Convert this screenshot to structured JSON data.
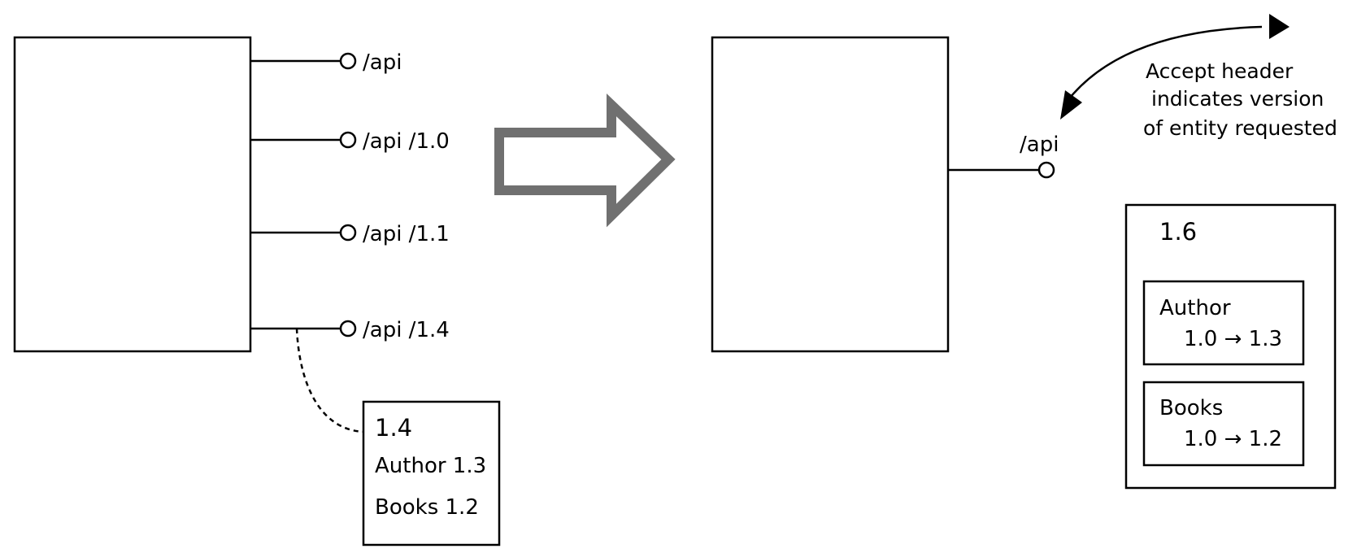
{
  "before": {
    "endpoints": [
      {
        "label": "/api"
      },
      {
        "label": "/api /1.0"
      },
      {
        "label": "/api /1.1"
      },
      {
        "label": "/api /1.4"
      }
    ],
    "version_box": {
      "title": "1.4",
      "lines": [
        "Author 1.3",
        "Books 1.2"
      ]
    }
  },
  "after": {
    "endpoint": {
      "label": "/api"
    },
    "note": {
      "lines": [
        "Accept header",
        "indicates version",
        "of entity requested"
      ]
    },
    "version_box": {
      "title": "1.6",
      "entities": [
        {
          "name": "Author",
          "range": "1.0 → 1.3"
        },
        {
          "name": "Books",
          "range": "1.0 →  1.2"
        }
      ]
    }
  },
  "colors": {
    "stroke": "#000000",
    "transition_arrow": "#707070"
  }
}
